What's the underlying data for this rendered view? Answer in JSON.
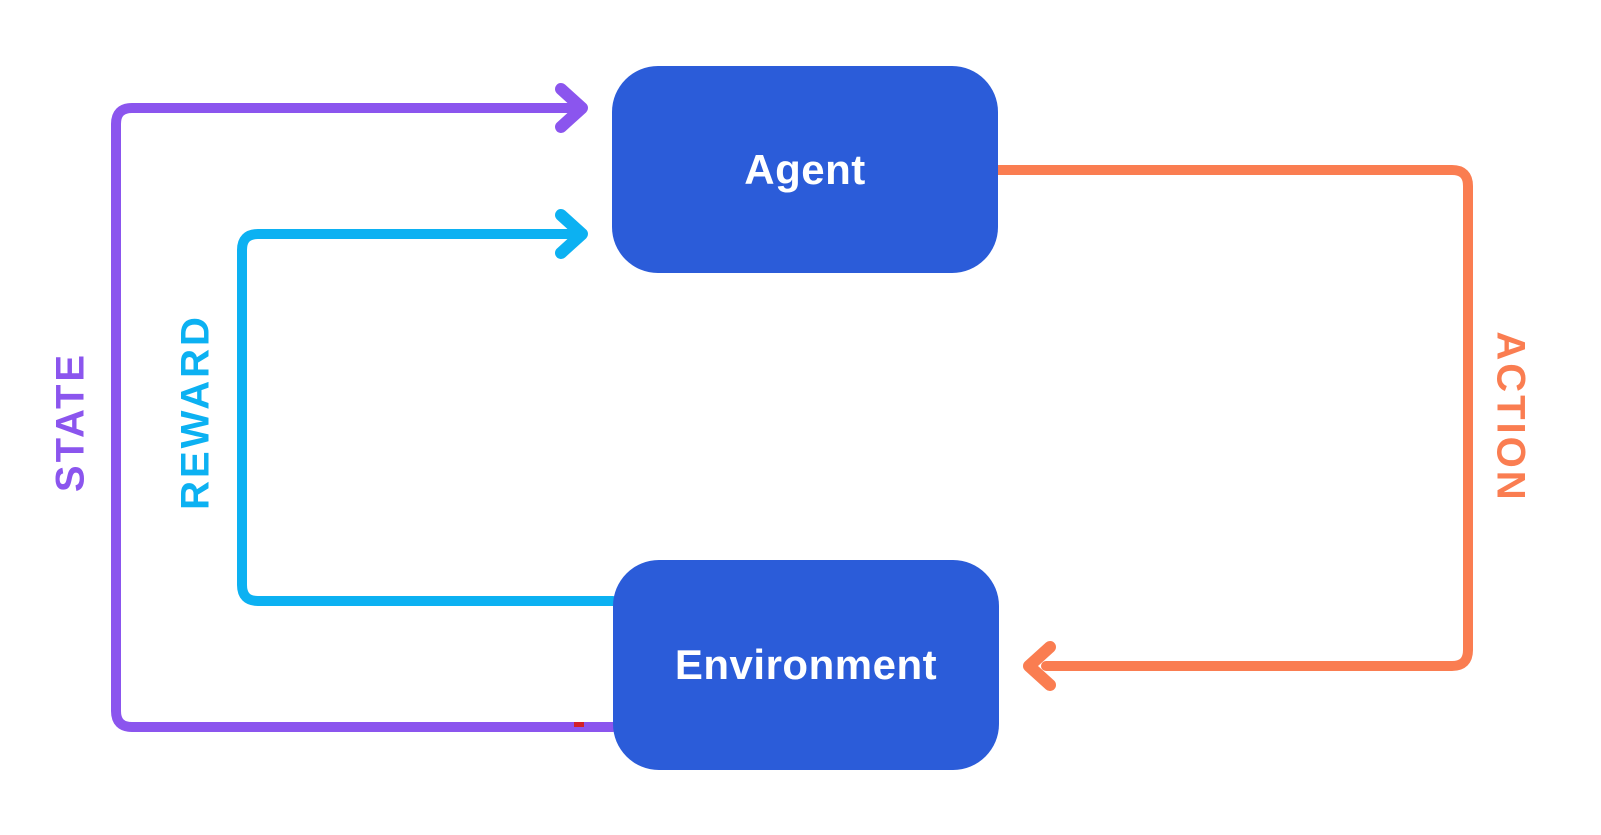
{
  "nodes": {
    "agent": {
      "label": "Agent",
      "fill": "#2B5CD9",
      "text_color": "#FFFFFF"
    },
    "environment": {
      "label": "Environment",
      "fill": "#2B5CD9",
      "text_color": "#FFFFFF"
    }
  },
  "edges": {
    "state": {
      "label": "STATE",
      "color": "#8B55EE",
      "from": "Environment",
      "to": "Agent"
    },
    "reward": {
      "label": "REWARD",
      "color": "#0CB1F2",
      "from": "Environment",
      "to": "Agent"
    },
    "action": {
      "label": "ACTION",
      "color": "#FA7D51",
      "from": "Agent",
      "to": "Environment"
    }
  },
  "marks": {
    "red_dash": {
      "color": "#D42127"
    }
  },
  "background": "#FFFFFF"
}
